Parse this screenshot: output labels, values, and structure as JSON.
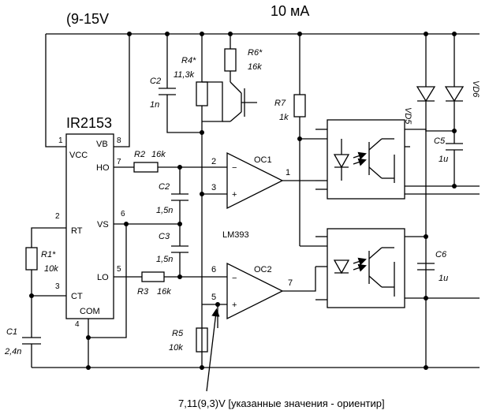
{
  "header": {
    "supply": "(9-15V",
    "current": "10 мА"
  },
  "ic": {
    "name": "IR2153",
    "pins": {
      "vcc": "VCC",
      "vb": "VB",
      "ho": "HO",
      "rt": "RT",
      "vs": "VS",
      "ct": "CT",
      "lo": "LO",
      "com": "COM"
    },
    "pin_numbers": {
      "vcc": "1",
      "vb": "8",
      "ho": "7",
      "rt": "2",
      "vs": "6",
      "ct": "3",
      "lo": "5",
      "com": "4"
    }
  },
  "comparator": {
    "chip": "LM393",
    "oc1": {
      "name": "OC1",
      "in_minus": "2",
      "in_plus": "3",
      "out": "1"
    },
    "oc2": {
      "name": "OC2",
      "in_minus": "6",
      "in_plus": "5",
      "out": "7"
    }
  },
  "components": {
    "c2_top": {
      "ref": "C2",
      "value": "1n"
    },
    "r4": {
      "ref": "R4*",
      "value": "11,3k"
    },
    "r6": {
      "ref": "R6*",
      "value": "16k"
    },
    "r7": {
      "ref": "R7",
      "value": "1k"
    },
    "r2": {
      "ref": "R2",
      "value": "16k"
    },
    "c2_mid": {
      "ref": "C2",
      "value": "1,5n"
    },
    "c3": {
      "ref": "C3",
      "value": "1,5n"
    },
    "r3": {
      "ref": "R3",
      "value": "16k"
    },
    "r1": {
      "ref": "R1*",
      "value": "10k"
    },
    "c1": {
      "ref": "C1",
      "value": "2,4n"
    },
    "r5": {
      "ref": "R5",
      "value": "10k"
    },
    "vd5": {
      "ref": "VD5"
    },
    "vd6": {
      "ref": "VD6"
    },
    "c5": {
      "ref": "C5",
      "value": "1u"
    },
    "c6": {
      "ref": "C6",
      "value": "1u"
    }
  },
  "annotation": "7,11(9,3)V [указанные значения - ориентир]"
}
